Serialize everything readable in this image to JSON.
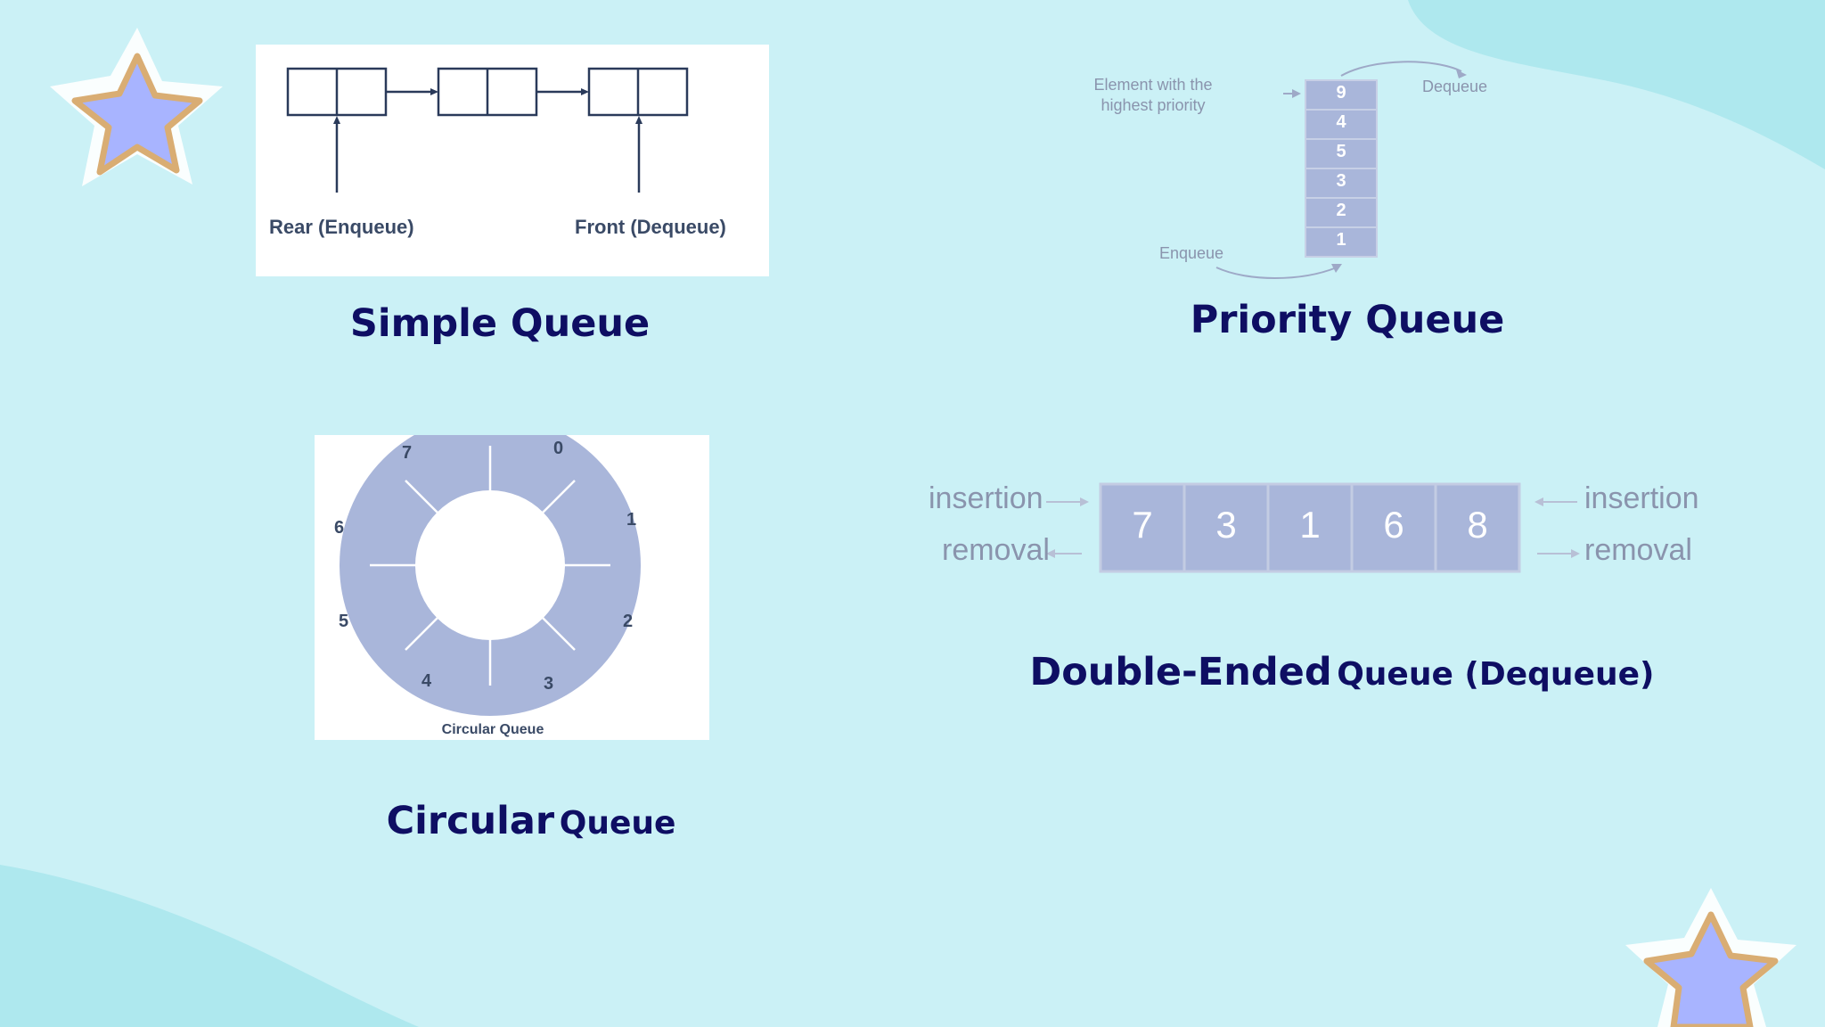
{
  "simple_queue": {
    "title": "Simple Queue",
    "rear_label": "Rear (Enqueue)",
    "front_label": "Front (Dequeue)"
  },
  "priority_queue": {
    "title": "Priority Queue",
    "highest_label_line1": "Element with the",
    "highest_label_line2": "highest priority",
    "dequeue_label": "Dequeue",
    "enqueue_label": "Enqueue",
    "stack": [
      "9",
      "4",
      "5",
      "3",
      "2",
      "1"
    ]
  },
  "circular_queue": {
    "title_part1": "Circular",
    "title_part2": "Queue",
    "inner_caption": "Circular Queue",
    "positions": [
      "0",
      "1",
      "2",
      "3",
      "4",
      "5",
      "6",
      "7"
    ]
  },
  "deque": {
    "title_part1": "Double-Ended",
    "title_part2": "Queue (Dequeue)",
    "left_insertion": "insertion",
    "left_removal": "removal",
    "right_insertion": "insertion",
    "right_removal": "removal",
    "cells": [
      "7",
      "3",
      "1",
      "6",
      "8"
    ]
  },
  "colors": {
    "background": "#cbf1f6",
    "blob": "#aee8ee",
    "title": "#0e0e63",
    "diagram_fill": "#a9b6da",
    "star_fill": "#a8b4ff",
    "star_outline": "#d9ad73"
  },
  "icons": [
    "star-icon"
  ]
}
